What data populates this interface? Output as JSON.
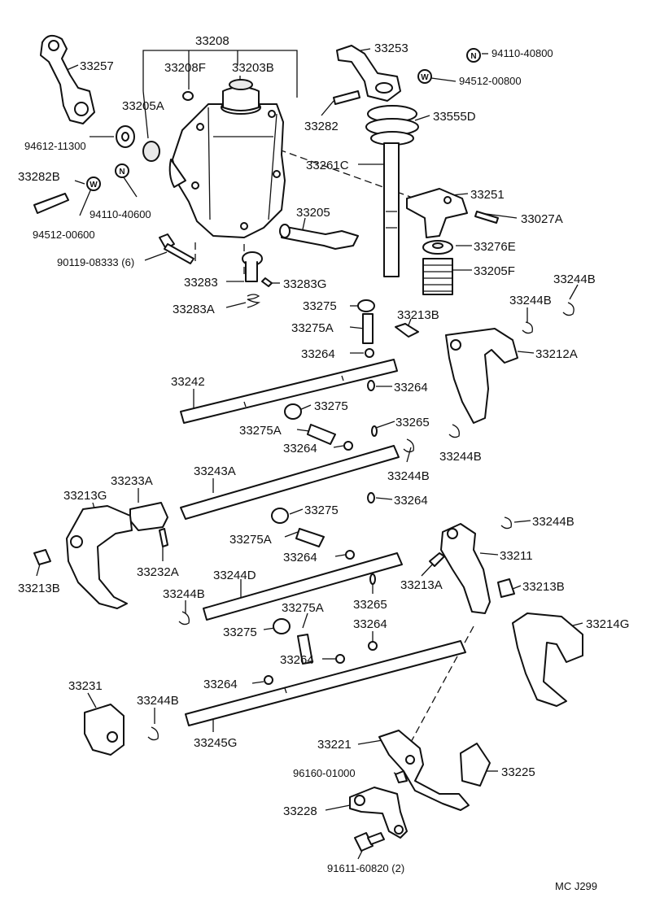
{
  "labels": {
    "l33208": "33208",
    "l33257": "33257",
    "l33208F": "33208F",
    "l33203B": "33203B",
    "l33205A": "33205A",
    "l94612_11300": "94612-11300",
    "l33282B": "33282B",
    "l94110_40600": "94110-40600",
    "l94512_00600": "94512-00600",
    "l90119_08333": "90119-08333 (6)",
    "l33283": "33283",
    "l33283G": "33283G",
    "l33283A": "33283A",
    "l33253": "33253",
    "l94110_40800": "94110-40800",
    "l94512_00800": "94512-00800",
    "l33282": "33282",
    "l33555D": "33555D",
    "l33261C": "33261C",
    "l33251": "33251",
    "l33205": "33205",
    "l33027A": "33027A",
    "l33276E": "33276E",
    "l33205F": "33205F",
    "l33244B_a": "33244B",
    "l33244B_b": "33244B",
    "l33275_a": "33275",
    "l33275A_a": "33275A",
    "l33213B_a": "33213B",
    "l33264_a": "33264",
    "l33212A": "33212A",
    "l33242": "33242",
    "l33264_b": "33264",
    "l33275_b": "33275",
    "l33265_a": "33265",
    "l33275A_b": "33275A",
    "l33264_c": "33264",
    "l33244B_c": "33244B",
    "l33243A": "33243A",
    "l33244B_d": "33244B",
    "l33264_d": "33264",
    "l33233A": "33233A",
    "l33213G": "33213G",
    "l33275_c": "33275",
    "l33244B_e": "33244B",
    "l33275A_c": "33275A",
    "l33211": "33211",
    "l33264_e": "33264",
    "l33213B_b": "33213B",
    "l33232A": "33232A",
    "l33244D": "33244D",
    "l33213A": "33213A",
    "l33213B_c": "33213B",
    "l33244B_f": "33244B",
    "l33275A_d": "33275A",
    "l33265_b": "33265",
    "l33214G": "33214G",
    "l33275_d": "33275",
    "l33264_f": "33264",
    "l33264_g": "33264",
    "l33264_h": "33264",
    "l33231": "33231",
    "l33244B_g": "33244B",
    "l33245G": "33245G",
    "l33221": "33221",
    "l96160_01000": "96160-01000",
    "l33225": "33225",
    "l33228": "33228",
    "l91611_60820": "91611-60820 (2)",
    "footer": "MC  J299"
  },
  "symbols": {
    "n": "N",
    "w": "W"
  }
}
